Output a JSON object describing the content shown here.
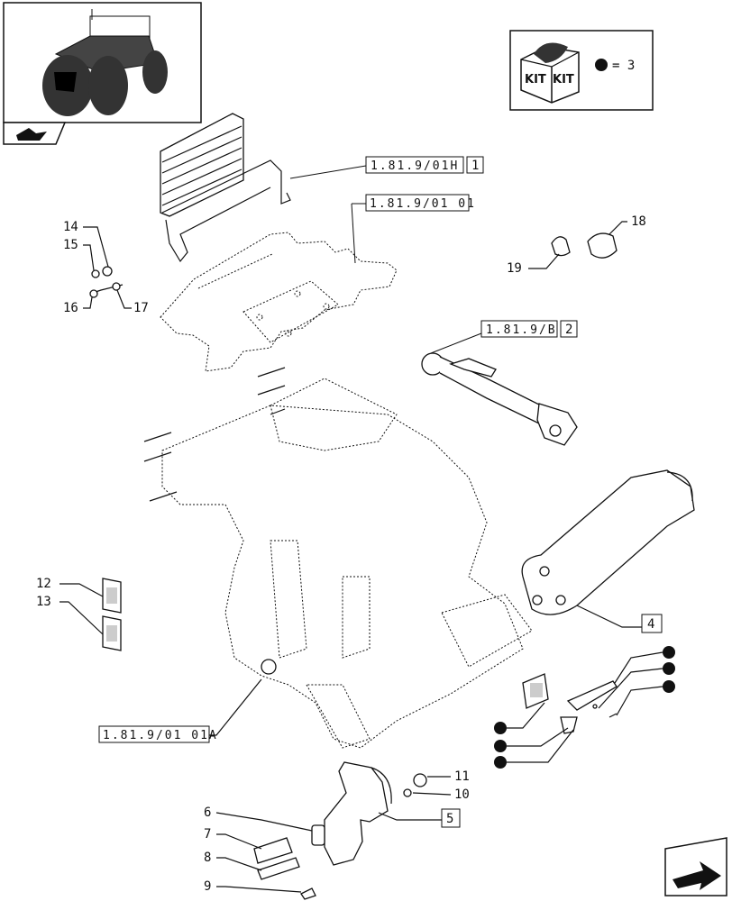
{
  "kit_box": {
    "label_a": "KIT",
    "label_b": "KIT",
    "equals": "= 3"
  },
  "callouts": {
    "c1": {
      "ref": "1.81.9/01H",
      "num": "1"
    },
    "c2": {
      "ref": "1.81.9/01 01"
    },
    "c3": {
      "ref": "1.81.9/B",
      "num": "2"
    },
    "c4": {
      "num": "4"
    },
    "c5": {
      "ref": "1.81.9/01 01A"
    },
    "c6": {
      "num": "5"
    }
  },
  "part_numbers": {
    "p6": "6",
    "p7": "7",
    "p8": "8",
    "p9": "9",
    "p10": "10",
    "p11": "11",
    "p12": "12",
    "p13": "13",
    "p14": "14",
    "p15": "15",
    "p16": "16",
    "p17": "17",
    "p18": "18",
    "p19": "19"
  }
}
